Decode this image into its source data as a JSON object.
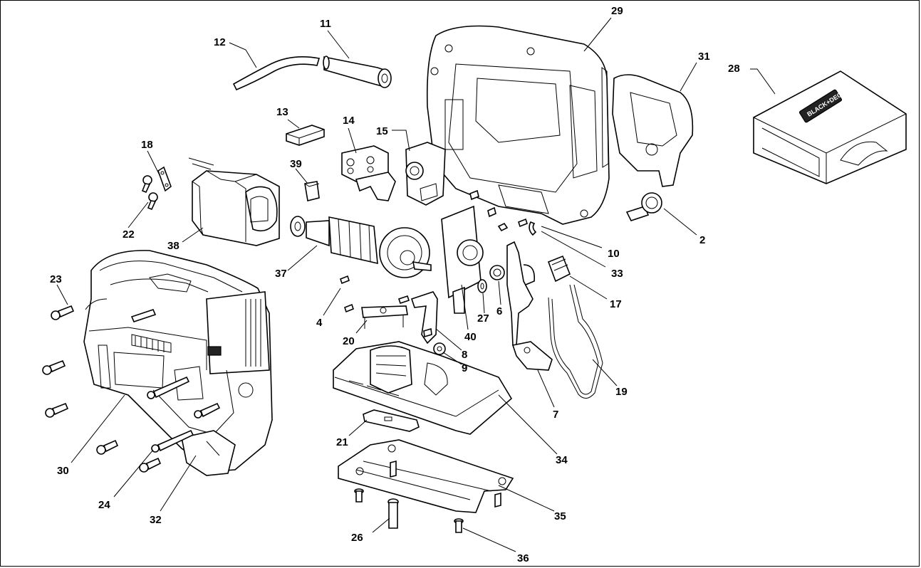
{
  "diagram": {
    "callouts": [
      {
        "id": "p29",
        "number": "29"
      },
      {
        "id": "p31",
        "number": "31"
      },
      {
        "id": "p28",
        "number": "28"
      },
      {
        "id": "p11",
        "number": "11"
      },
      {
        "id": "p12",
        "number": "12"
      },
      {
        "id": "p13",
        "number": "13"
      },
      {
        "id": "p14",
        "number": "14"
      },
      {
        "id": "p15",
        "number": "15"
      },
      {
        "id": "p18",
        "number": "18"
      },
      {
        "id": "p39",
        "number": "39"
      },
      {
        "id": "p22",
        "number": "22"
      },
      {
        "id": "p38",
        "number": "38"
      },
      {
        "id": "p37",
        "number": "37"
      },
      {
        "id": "p2",
        "number": "2"
      },
      {
        "id": "p10",
        "number": "10"
      },
      {
        "id": "p33",
        "number": "33"
      },
      {
        "id": "p17",
        "number": "17"
      },
      {
        "id": "p23",
        "number": "23"
      },
      {
        "id": "p4",
        "number": "4"
      },
      {
        "id": "p27",
        "number": "27"
      },
      {
        "id": "p6",
        "number": "6"
      },
      {
        "id": "p40",
        "number": "40"
      },
      {
        "id": "p20",
        "number": "20"
      },
      {
        "id": "p8",
        "number": "8"
      },
      {
        "id": "p9",
        "number": "9"
      },
      {
        "id": "p19",
        "number": "19"
      },
      {
        "id": "p7",
        "number": "7"
      },
      {
        "id": "p30",
        "number": "30"
      },
      {
        "id": "p34",
        "number": "34"
      },
      {
        "id": "p21",
        "number": "21"
      },
      {
        "id": "p24",
        "number": "24"
      },
      {
        "id": "p32",
        "number": "32"
      },
      {
        "id": "p35",
        "number": "35"
      },
      {
        "id": "p26",
        "number": "26"
      },
      {
        "id": "p36",
        "number": "36"
      }
    ],
    "case_brand_text": "BLACK+DECKER"
  }
}
